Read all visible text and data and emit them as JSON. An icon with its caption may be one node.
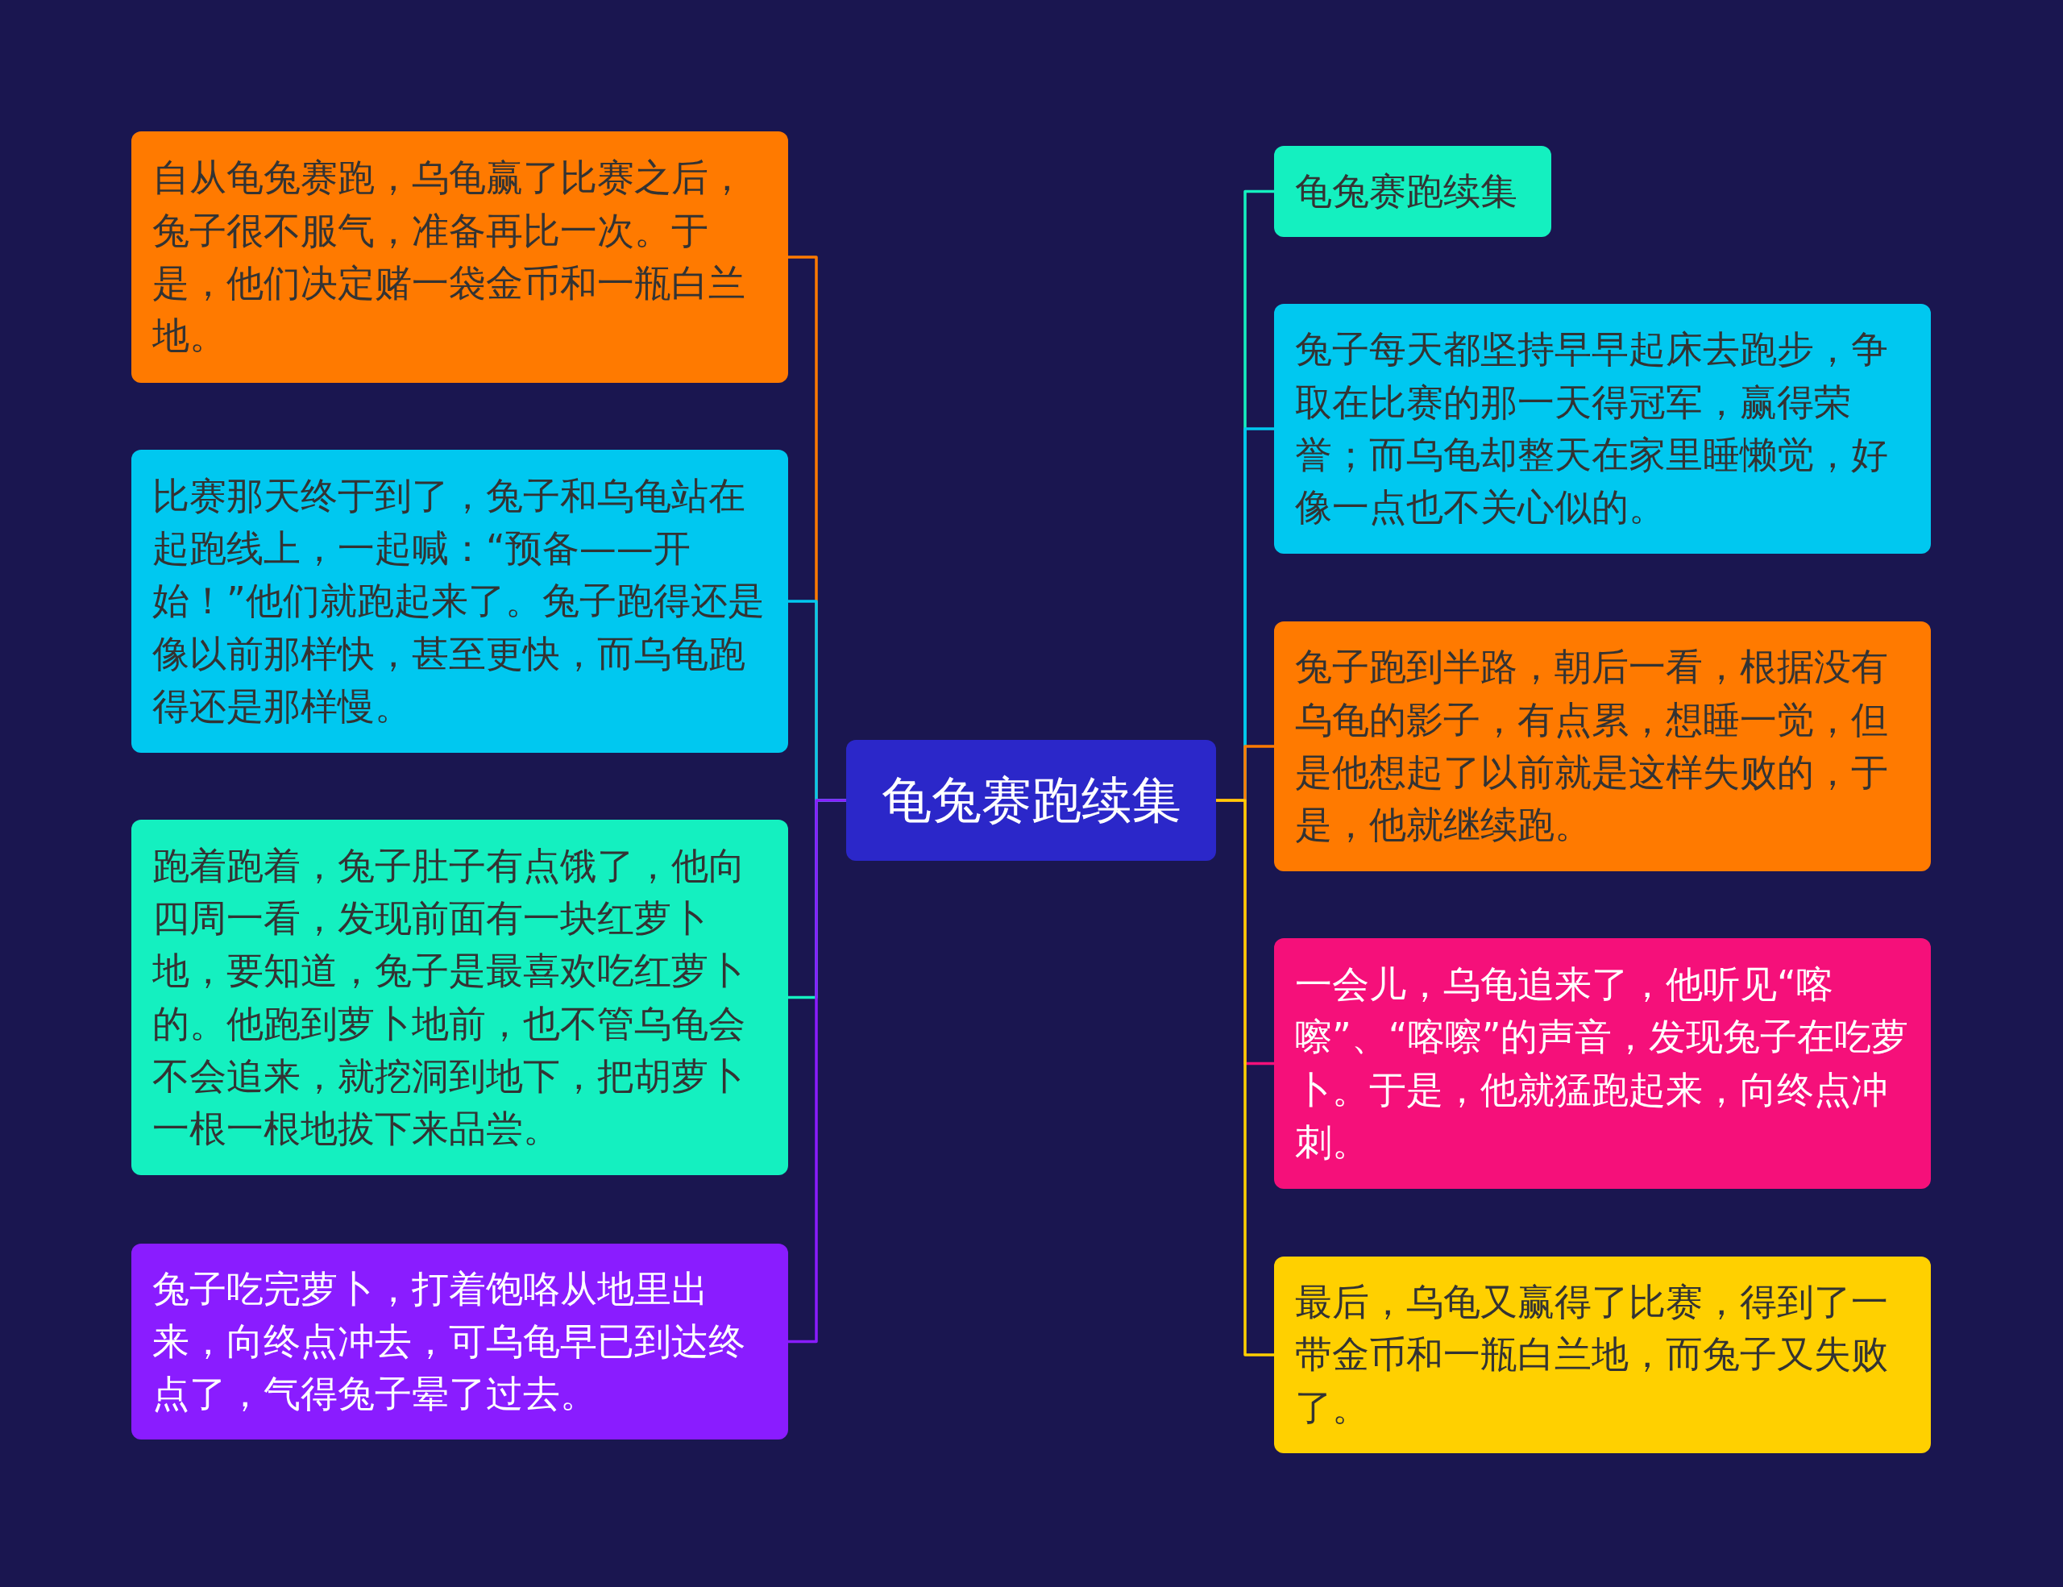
{
  "diagram": {
    "nodes": [
      {
        "text": [
          "龟兔赛跑续集"
        ]
      },
      {
        "text": [
          "自从龟兔赛跑，乌龟赢了比赛之后，兔子很不服气，准备再比一次。于是，他们决定赌一袋金币和一瓶白兰地。"
        ]
      },
      {
        "text": [
          "比赛那天终于到了，兔子和乌龟站在起跑线上，一起喊：“预备——开始！”他们就跑起来了。兔子跑得还是像以前那样快，甚至更快，而乌龟跑得还是那样慢。"
        ]
      },
      {
        "text": [
          "跑着跑着，兔子肚子有点饿了，他向四周一看，发现前面有一块红萝卜地，要知道，兔子是最喜欢吃红萝卜的。他跑到萝卜地前，也不管乌龟会不会追来，就挖洞到地下，把胡萝卜一根一根地拔下来品尝。"
        ]
      },
      {
        "text": [
          "兔子吃完萝卜，打着饱咯从地里出来，向终点冲去，可乌龟早已到达终点了，气得兔子晕了过去。"
        ]
      },
      {
        "text": [
          "龟兔赛跑续集"
        ]
      },
      {
        "text": [
          "兔子每天都坚持早早起床去跑步，争取在比赛的那一天得冠军，赢得荣誉；而乌龟却整天在家里睡懒觉，好像一点也不关心似的。"
        ]
      },
      {
        "text": [
          "兔子跑到半路，朝后一看，根据没有乌龟的影子，有点累，想睡一觉，但是他想起了以前就是这样失败的，于是，他就继续跑。"
        ]
      },
      {
        "text": [
          "一会儿，乌龟追来了，他听见“喀嚓”、“喀嚓”的声音，发现兔子在吃萝卜。于是，他就猛跑起来，向终点冲刺。"
        ]
      },
      {
        "text": [
          "最后，乌龟又赢得了比赛，得到了一带金币和一瓶白兰地，而兔子又失败了。"
        ]
      }
    ],
    "edges": [
      {
        "from": 0,
        "to": 1,
        "arrow": "none",
        "color": "#ff7a00"
      },
      {
        "from": 0,
        "to": 2,
        "arrow": "none",
        "color": "#00c8f0"
      },
      {
        "from": 0,
        "to": 3,
        "arrow": "none",
        "color": "#14f0c0"
      },
      {
        "from": 0,
        "to": 4,
        "arrow": "none",
        "color": "#8a1cff"
      },
      {
        "from": 0,
        "to": 5,
        "arrow": "none",
        "color": "#14f0c0"
      },
      {
        "from": 0,
        "to": 6,
        "arrow": "none",
        "color": "#00c8f0"
      },
      {
        "from": 0,
        "to": 7,
        "arrow": "none",
        "color": "#ff7a00"
      },
      {
        "from": 0,
        "to": 8,
        "arrow": "none",
        "color": "#f5107a"
      },
      {
        "from": 0,
        "to": 9,
        "arrow": "none",
        "color": "#ffd000"
      }
    ]
  }
}
